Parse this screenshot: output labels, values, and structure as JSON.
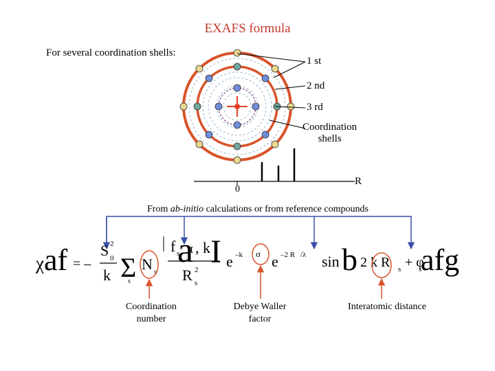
{
  "title": "EXAFS formula",
  "shells_label": "For several coordination shells:",
  "shell_labels": {
    "first": "1 st",
    "second": "2 nd",
    "third": "3 rd",
    "coordination_line1": "Coordination",
    "coordination_line2": "shells"
  },
  "axis": {
    "origin": "0",
    "r_label": "R"
  },
  "source_note": {
    "part1": "From ",
    "ab_initio": "ab-initio",
    "part2": " calculations   or   from reference compounds"
  },
  "formula_text": {
    "chi": "χ",
    "af_left": "af",
    "minus": "= –",
    "s0sq": "S",
    "s0_sub": "0",
    "s0_sup": "2",
    "k_den": "k",
    "sigma": "Σ",
    "sum_sub": "s",
    "n_s": "N",
    "n_sub": "s",
    "f_s": "f",
    "f_sub": "s",
    "big_a": "a",
    "pi": "π",
    "k_num": ", k",
    "big_i": "I",
    "r_s": "R",
    "r_sub": "s",
    "r_sup": "2",
    "exp1": "e",
    "exp1_sup": "–k",
    "sigma_s": "σ",
    "exp2": "e",
    "exp2_sup": "–2 R",
    "lambda": "/λ",
    "sin": "sin",
    "big_b": "b",
    "two_k": "2 k R",
    "plus_phi": "+ φ",
    "phi_sub": "s",
    "af_right": "afg"
  },
  "notes": {
    "coordination_number_line1": "Coordination",
    "coordination_number_line2": "number",
    "debye_waller_line1": "Debye Waller",
    "debye_waller_line2": "factor",
    "interatomic_distance": "Interatomic distance"
  },
  "colors": {
    "title": "#c0392b",
    "shell_ring": "#d9532a",
    "blue_arrow": "#3a4fa8",
    "orange_arrow": "#d9532a",
    "atom_first": "#6f8cd8",
    "atom_second": "#6fa59a",
    "atom_third": "#e8d890"
  }
}
